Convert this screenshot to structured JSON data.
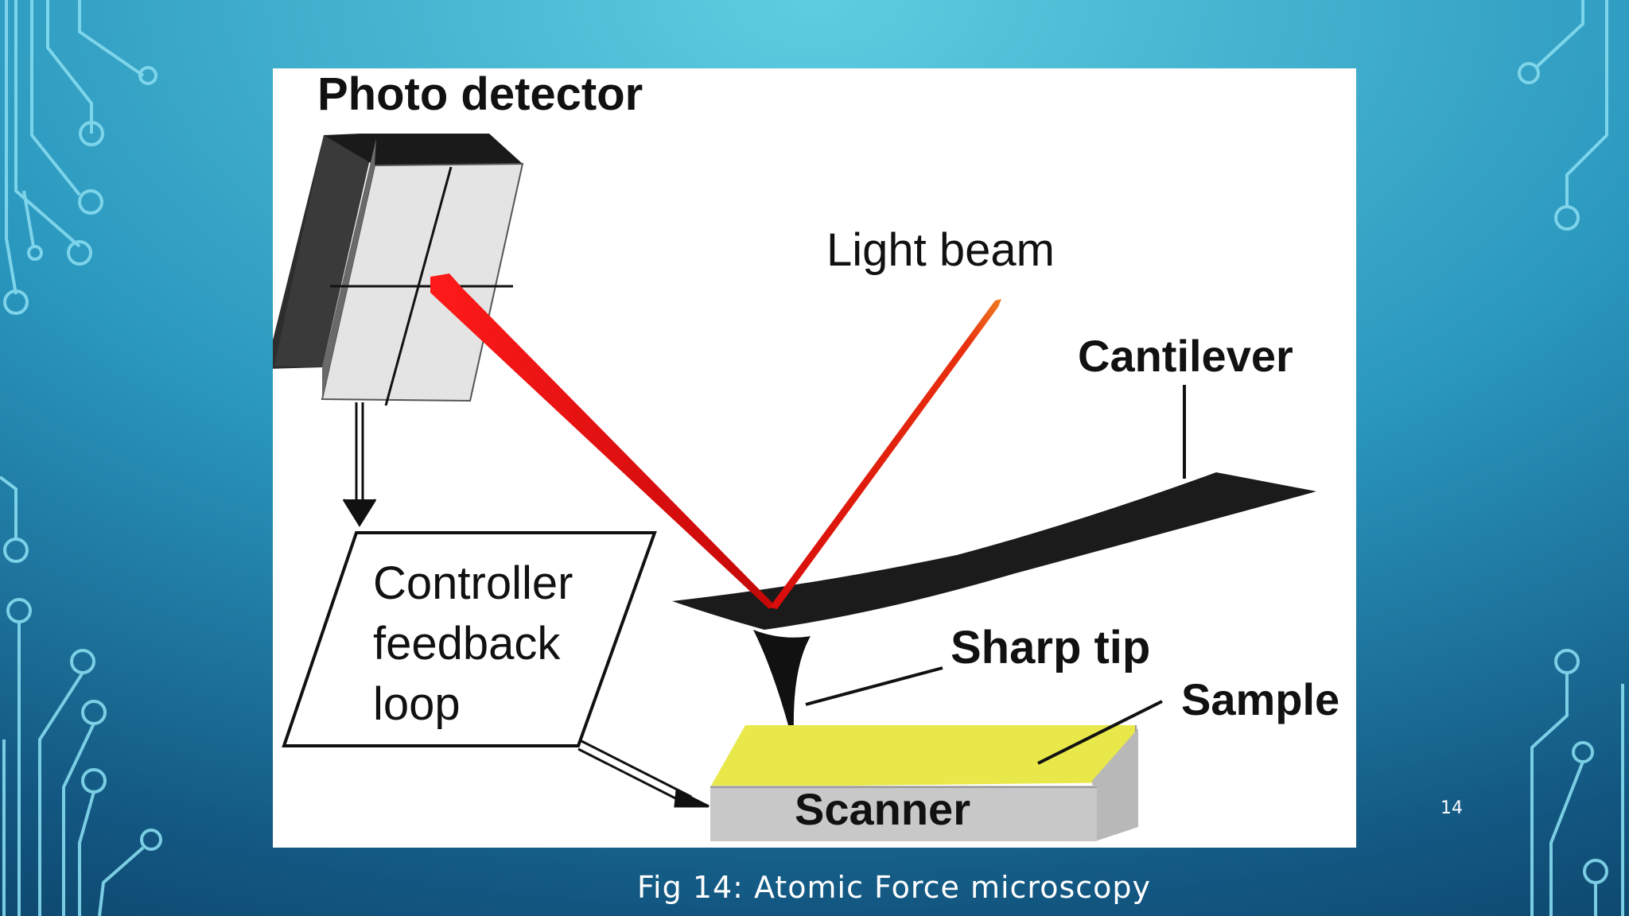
{
  "slide": {
    "caption": "Fig 14: Atomic Force microscopy",
    "page_number": "14"
  },
  "figure": {
    "labels": {
      "photo_detector": "Photo detector",
      "light_beam": "Light beam",
      "cantilever": "Cantilever",
      "sharp_tip": "Sharp tip",
      "sample": "Sample",
      "scanner": "Scanner"
    },
    "controller_lines": [
      "Controller",
      "feedback",
      "loop"
    ]
  },
  "colors": {
    "slide_background_top": "#5cc9dc",
    "slide_background_bottom": "#0b3e63",
    "circuit_lines": "#7fd6ee",
    "beam_red": "#e01010",
    "sample_yellow": "#e9e84e",
    "scanner_gray": "#c8c8c8",
    "cantilever_black": "#1a1a1a"
  },
  "icons": [
    "circuit-trace-decoration"
  ]
}
